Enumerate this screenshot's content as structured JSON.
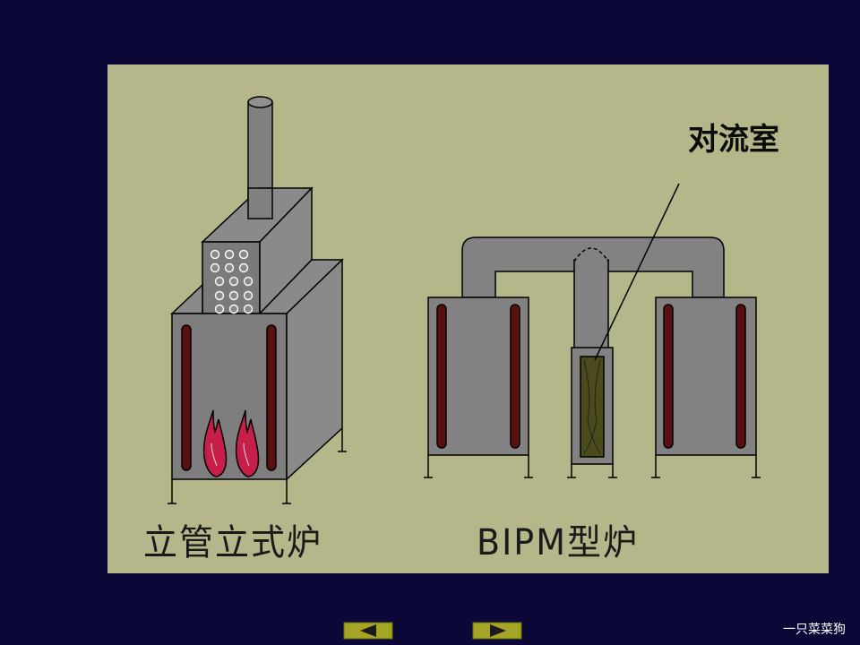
{
  "diagram": {
    "left_caption": "立管立式炉",
    "right_caption": "BIPM型炉",
    "convection_label": "对流室"
  },
  "colors": {
    "background": "#0b0838",
    "panel": "#b5b78a",
    "furnace_body": "#808080",
    "tube": "#5a1010",
    "flame": "#c81e4a",
    "convection_fill": "#4a4a1a"
  },
  "navigation": {
    "prev_icon": "triangle-left-icon",
    "next_icon": "triangle-right-icon"
  },
  "watermark": "一只菜菜狗"
}
